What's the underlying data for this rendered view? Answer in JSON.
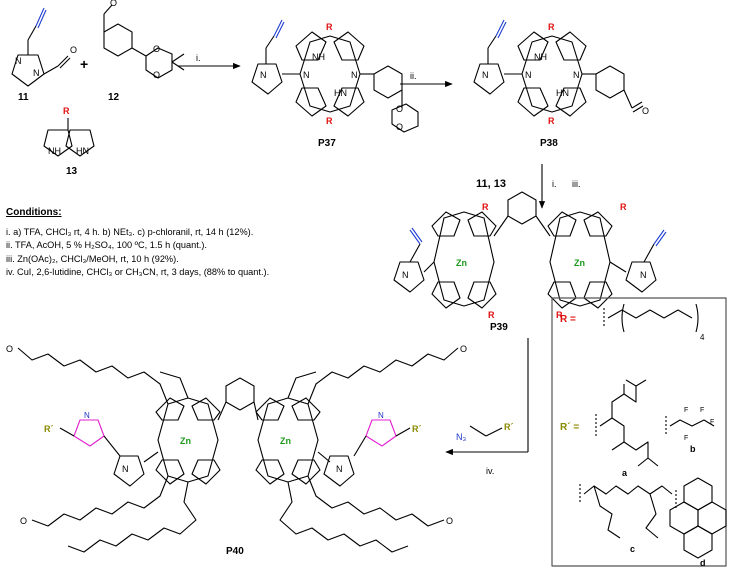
{
  "compounds": {
    "c11": "11",
    "c12": "12",
    "c13": "13",
    "p37": "P37",
    "p38": "P38",
    "p39": "P39",
    "p40": "P40",
    "reagents_11_13": "11, 13"
  },
  "plus_sign": "+",
  "arrows": {
    "step1": "i.",
    "step2": "ii.",
    "step3a": "i.",
    "step3b": "iii.",
    "step4": "iv."
  },
  "atoms": {
    "R": "R",
    "Rp": "R´",
    "NH": "NH",
    "HN": "HN",
    "N": "N",
    "Zn": "Zn",
    "O": "O",
    "N3": "N₃",
    "F": "F"
  },
  "conditions": {
    "heading": "Conditions:",
    "lines": [
      "i. a) TFA, CHCl₃ rt, 4 h. b) NEt₃. c) p-chloranil, rt, 14 h (12%).",
      "ii. TFA, AcOH, 5 % H₂SO₄, 100 ºC, 1.5 h (quant.).",
      "iii. Zn(OAc)₂, CHCl₃/MeOH, rt, 10 h (92%).",
      "iv. CuI, 2,6-lutidine, CHCl₃ or CH₃CN, rt, 3 days, (88% to quant.)."
    ]
  },
  "legend": {
    "r_def": "R =",
    "r_sub": "4",
    "rp_def": "R´ =",
    "labels": [
      "a",
      "b",
      "c",
      "d"
    ]
  },
  "colors": {
    "R_red": "#e01010",
    "Zn_green": "#1c9a1c",
    "N_blue": "#1a35c8",
    "triazole_magenta": "#e020d0",
    "alkyne_blue": "#2040d0",
    "Rp_olive": "#8a8a00",
    "ink": "#000000"
  }
}
